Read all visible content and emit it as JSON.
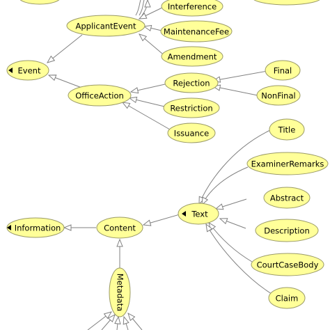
{
  "nodes": {
    "applicant_event": "ApplicantEvent",
    "interference": "Interference",
    "maintenance_fee": "MaintenanceFee",
    "amendment": "Amendment",
    "event": "Event",
    "office_action": "OfficeAction",
    "rejection": "Rejection",
    "final": "Final",
    "non_final": "NonFinal",
    "restriction": "Restriction",
    "issuance": "Issuance",
    "title": "Title",
    "examiner_remarks": "ExaminerRemarks",
    "abstract": "Abstract",
    "description": "Description",
    "court_case_body": "CourtCaseBody",
    "claim": "Claim",
    "text": "Text",
    "information": "Information",
    "content": "Content",
    "metadata": "Metadata"
  },
  "colors": {
    "node_fill": "#ffff99",
    "node_stroke": "#9a9a66",
    "edge": "#808080",
    "background": "#ffffff"
  }
}
